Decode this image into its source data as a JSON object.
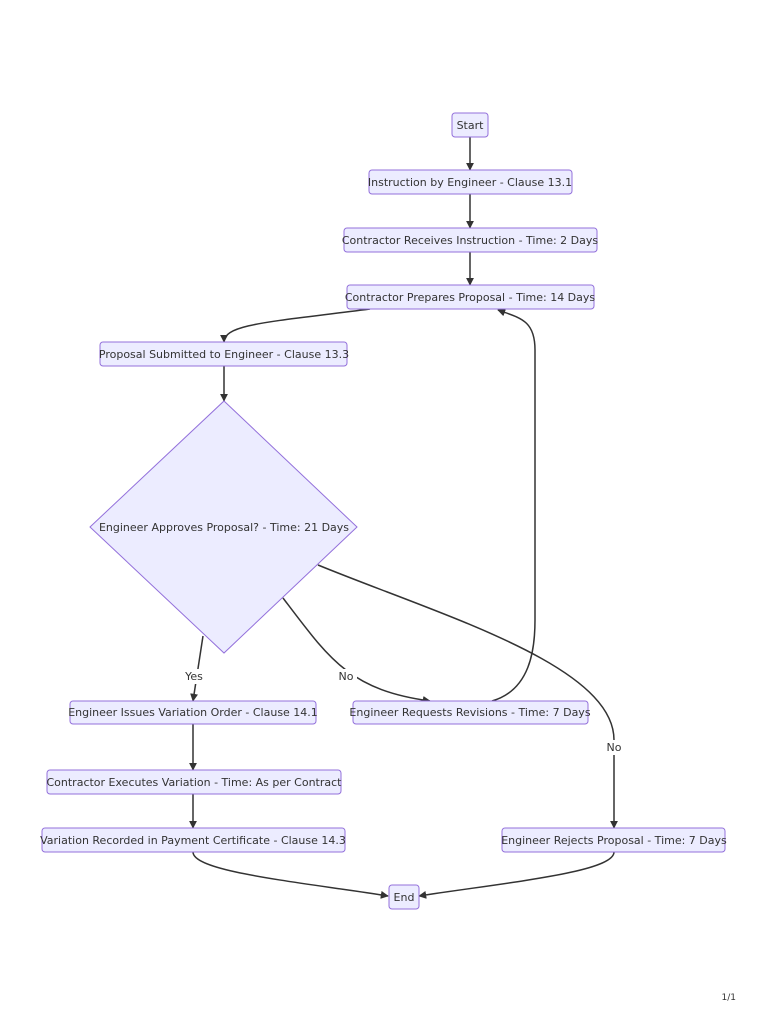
{
  "nodes": {
    "start": "Start",
    "instruction": "Instruction by Engineer - Clause 13.1",
    "receives": "Contractor Receives Instruction - Time: 2 Days",
    "prepares": "Contractor Prepares Proposal - Time: 14 Days",
    "submitted": "Proposal Submitted to Engineer - Clause 13.3",
    "decision": "Engineer Approves Proposal? - Time: 21 Days",
    "issues": "Engineer Issues Variation Order - Clause 14.1",
    "revisions": "Engineer Requests Revisions - Time: 7 Days",
    "executes": "Contractor Executes Variation - Time: As per Contract",
    "recorded": "Variation Recorded in Payment Certificate - Clause 14.3",
    "rejects": "Engineer Rejects Proposal - Time: 7 Days",
    "end": "End"
  },
  "edge_labels": {
    "yes": "Yes",
    "no_revisions": "No",
    "no_rejects": "No"
  },
  "colors": {
    "node_fill": "#ececff",
    "node_stroke": "#9370db",
    "edge": "#333333",
    "text": "#333333"
  },
  "page_number": "1/1"
}
